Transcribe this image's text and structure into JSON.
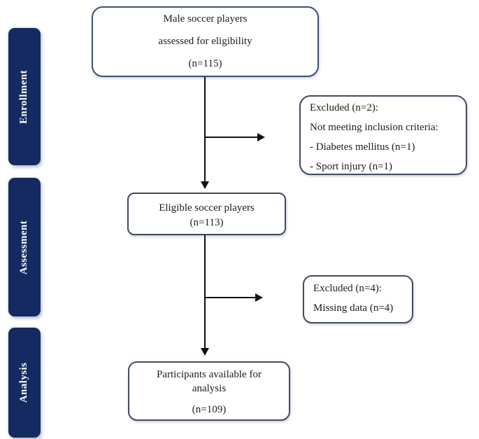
{
  "colors": {
    "background": "#ffffff",
    "sidebar-bg": "#152a60",
    "sidebar-text": "#ffffff",
    "box-border": "#434c5e",
    "box-border-accent": "#3f4e74",
    "arrow": "#111111",
    "text": "#1c1c1c"
  },
  "sidebar": {
    "stages": [
      {
        "label": "Enrollment"
      },
      {
        "label": "Assessment"
      },
      {
        "label": "Analysis"
      }
    ]
  },
  "flowchart": {
    "boxes": {
      "eligibility": {
        "lines": [
          "Male soccer players",
          "assessed for eligibility",
          "(n=115)"
        ]
      },
      "excluded1": {
        "lines": [
          "Excluded (n=2):",
          "Not meeting inclusion criteria:",
          "- Diabetes mellitus (n=1)",
          "- Sport injury (n=1)"
        ]
      },
      "eligible": {
        "lines": [
          "Eligible soccer players",
          "(n=113)"
        ]
      },
      "excluded2": {
        "lines": [
          "Excluded (n=4):",
          "Missing data (n=4)"
        ]
      },
      "analysis": {
        "lines": [
          "Participants available for",
          "analysis",
          "(n=109)"
        ]
      }
    }
  }
}
